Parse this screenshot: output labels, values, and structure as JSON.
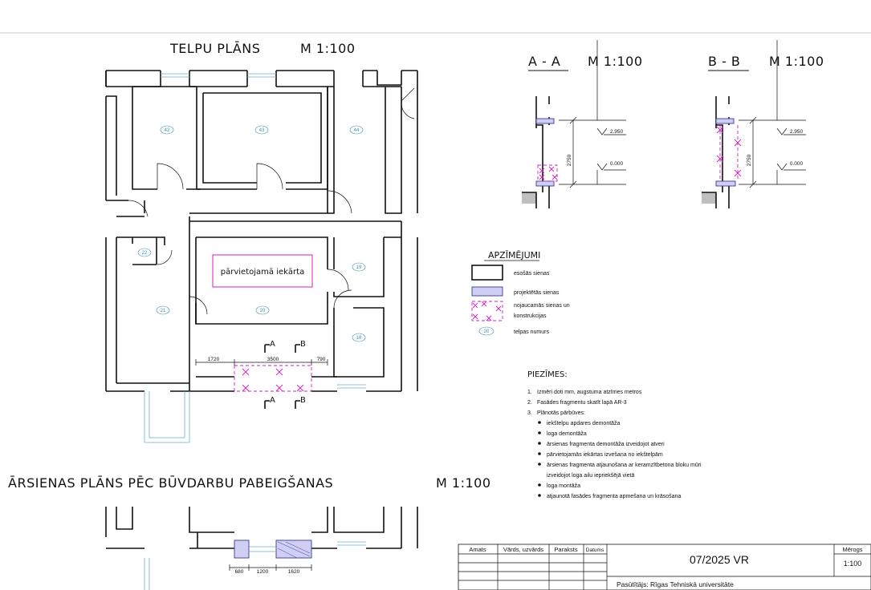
{
  "titles": {
    "plan": "TELPU PLĀNS",
    "plan_scale": "M 1:100",
    "section_a": "A - A",
    "section_a_scale": "M 1:100",
    "section_b": "B - B",
    "section_b_scale": "M 1:100",
    "outer_plan": "ĀRSIENAS PLĀNS PĒC BŪVDARBU PABEIGŠANAS",
    "outer_plan_scale": "M 1:100"
  },
  "rooms": [
    "42",
    "43",
    "44",
    "22",
    "21",
    "20",
    "19",
    "18"
  ],
  "equipment_label": "pārvietojamā iekārta",
  "section_markers": {
    "a": "A",
    "b": "B"
  },
  "dimensions": {
    "plan": [
      "1720",
      "3500",
      "790"
    ],
    "outer": [
      "680",
      "1200",
      "1620"
    ],
    "section_height": "2750",
    "level_top": "2.950",
    "level_zero": "0.000"
  },
  "legend": {
    "title": "APZĪMĒJUMI",
    "items": [
      "esošās sienas",
      "projektētās sienas",
      "nojaucamās sienas un konstrukcijas",
      "telpas numurs"
    ],
    "room_sample": "20"
  },
  "notes": {
    "title": "PIEZĪMES:",
    "numbered": [
      "Izmēri doti mm, augstuma atzīmes metros",
      "Fasādes fragmentu skatīt lapā AR-3",
      "Plānotās pārbūves:"
    ],
    "bullets": [
      "iekštelpu apdares demontāža",
      "loga demontāža",
      "ārsienas fragmenta demontāža izveidojot atveri",
      "pārvietojamās iekārtas izvešana no iekštelpām",
      "ārsienas fragmenta atjaunošana ar keramzītbetona bloku mūri izveidojot loga ailu iepriekšējā vietā",
      "loga montāža",
      "atjaunotā fasādes fragmenta apmešana un krāsošana"
    ]
  },
  "title_block": {
    "headers": [
      "Amats",
      "Vārds, uzvārds",
      "Paraksts",
      "Datums"
    ],
    "code": "07/2025 VR",
    "scale_label": "Mērogs",
    "scale_value": "1:100",
    "client": "Pasūtītājs: Rīgas Tehniskā universitāte"
  }
}
